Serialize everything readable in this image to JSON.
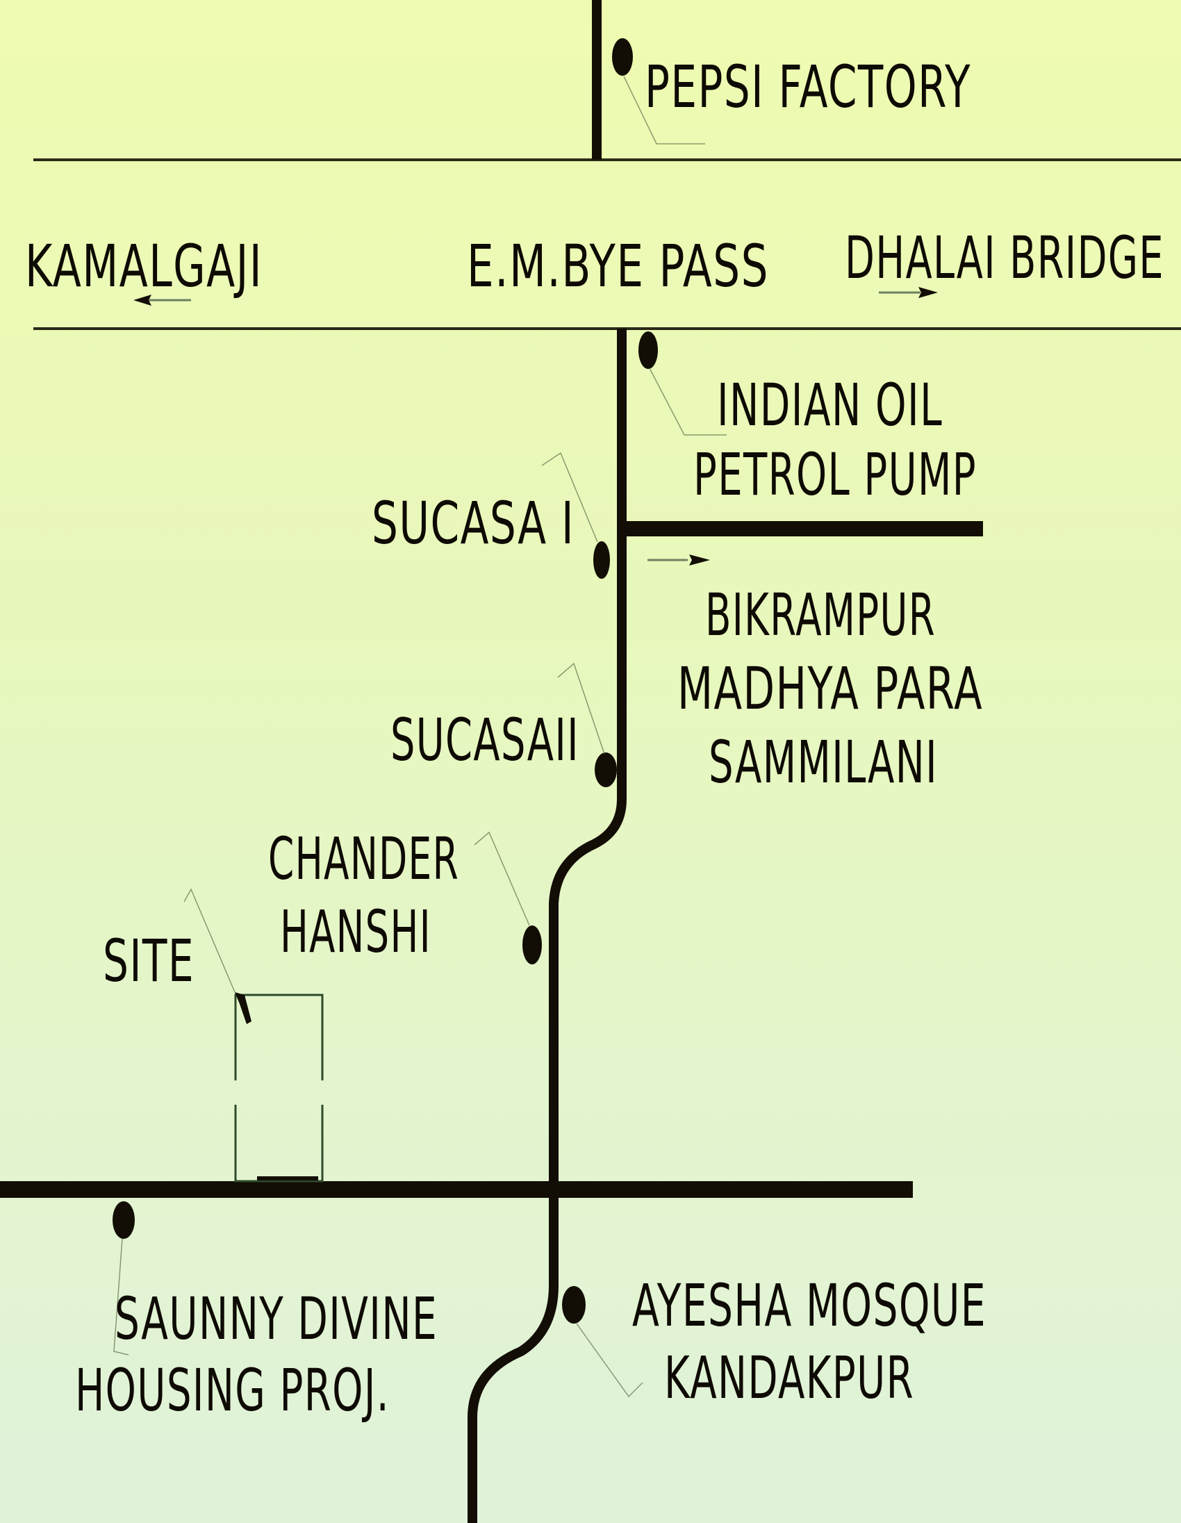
{
  "map": {
    "type": "location-map",
    "colors": {
      "background_top": "#eefbb0",
      "background_bottom": "#e0f2da",
      "road": "#120d05",
      "text": "#0e0a04"
    },
    "main_road": {
      "label": "E.M.BYE PASS",
      "direction_left": {
        "label": "KAMALGAJI",
        "arrow": "arrow-left"
      },
      "direction_right": {
        "label": "DHALAI BRIDGE",
        "arrow": "arrow-right"
      }
    },
    "landmarks": [
      {
        "id": "pepsi-factory",
        "lines": [
          "PEPSI FACTORY"
        ]
      },
      {
        "id": "indian-oil",
        "lines": [
          "INDIAN OIL",
          "PETROL PUMP"
        ]
      },
      {
        "id": "sucasa-1",
        "lines": [
          "SUCASA I"
        ]
      },
      {
        "id": "bikrampur",
        "lines": [
          "BIKRAMPUR",
          "MADHYA PARA",
          "SAMMILANI"
        ],
        "arrow": "arrow-right"
      },
      {
        "id": "sucasa-2",
        "lines": [
          "SUCASAII"
        ]
      },
      {
        "id": "chander-hanshi",
        "lines": [
          "CHANDER",
          "HANSHI"
        ]
      },
      {
        "id": "site",
        "lines": [
          "SITE"
        ]
      },
      {
        "id": "saunny-divine",
        "lines": [
          "SAUNNY DIVINE",
          "HOUSING PROJ."
        ]
      },
      {
        "id": "ayesha-mosque",
        "lines": [
          "AYESHA MOSQUE",
          "KANDAKPUR"
        ]
      }
    ]
  }
}
